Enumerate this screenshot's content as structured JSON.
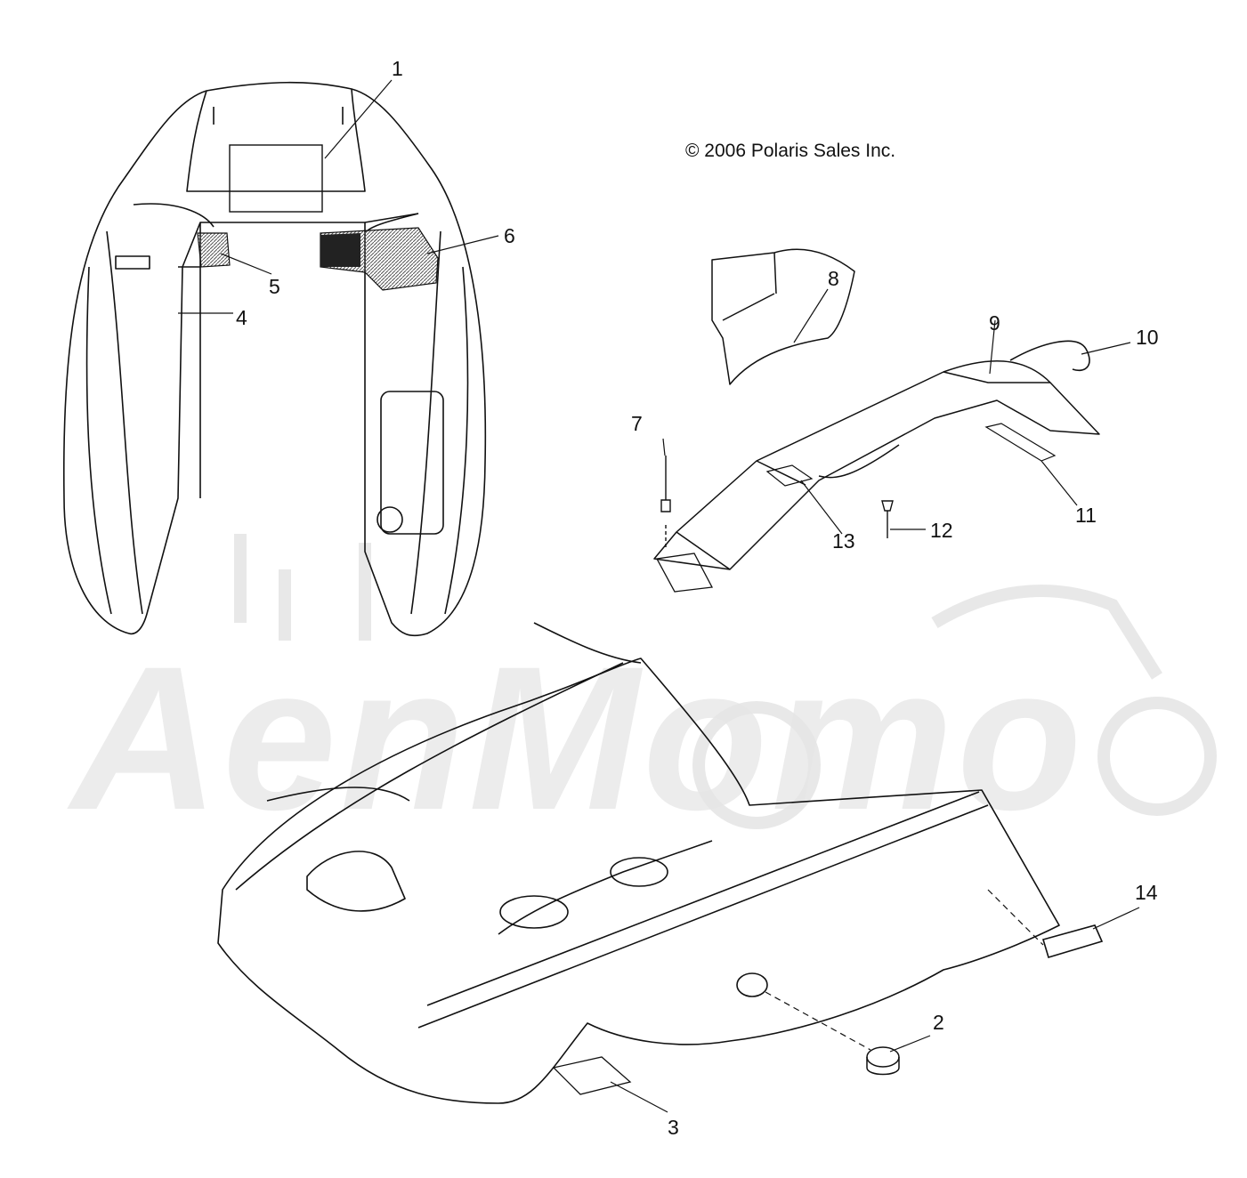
{
  "copyright": "© 2006 Polaris Sales Inc.",
  "watermark": "AenMomo",
  "callouts": [
    {
      "id": "1",
      "label": "1"
    },
    {
      "id": "2",
      "label": "2"
    },
    {
      "id": "3",
      "label": "3"
    },
    {
      "id": "4",
      "label": "4"
    },
    {
      "id": "5",
      "label": "5"
    },
    {
      "id": "6",
      "label": "6"
    },
    {
      "id": "7",
      "label": "7"
    },
    {
      "id": "8",
      "label": "8"
    },
    {
      "id": "9",
      "label": "9"
    },
    {
      "id": "10",
      "label": "10"
    },
    {
      "id": "11",
      "label": "11"
    },
    {
      "id": "12",
      "label": "12"
    },
    {
      "id": "13",
      "label": "13"
    },
    {
      "id": "14",
      "label": "14"
    }
  ],
  "colors": {
    "line": "#111111",
    "hatch": "#555555",
    "watermark": "#ececec"
  }
}
